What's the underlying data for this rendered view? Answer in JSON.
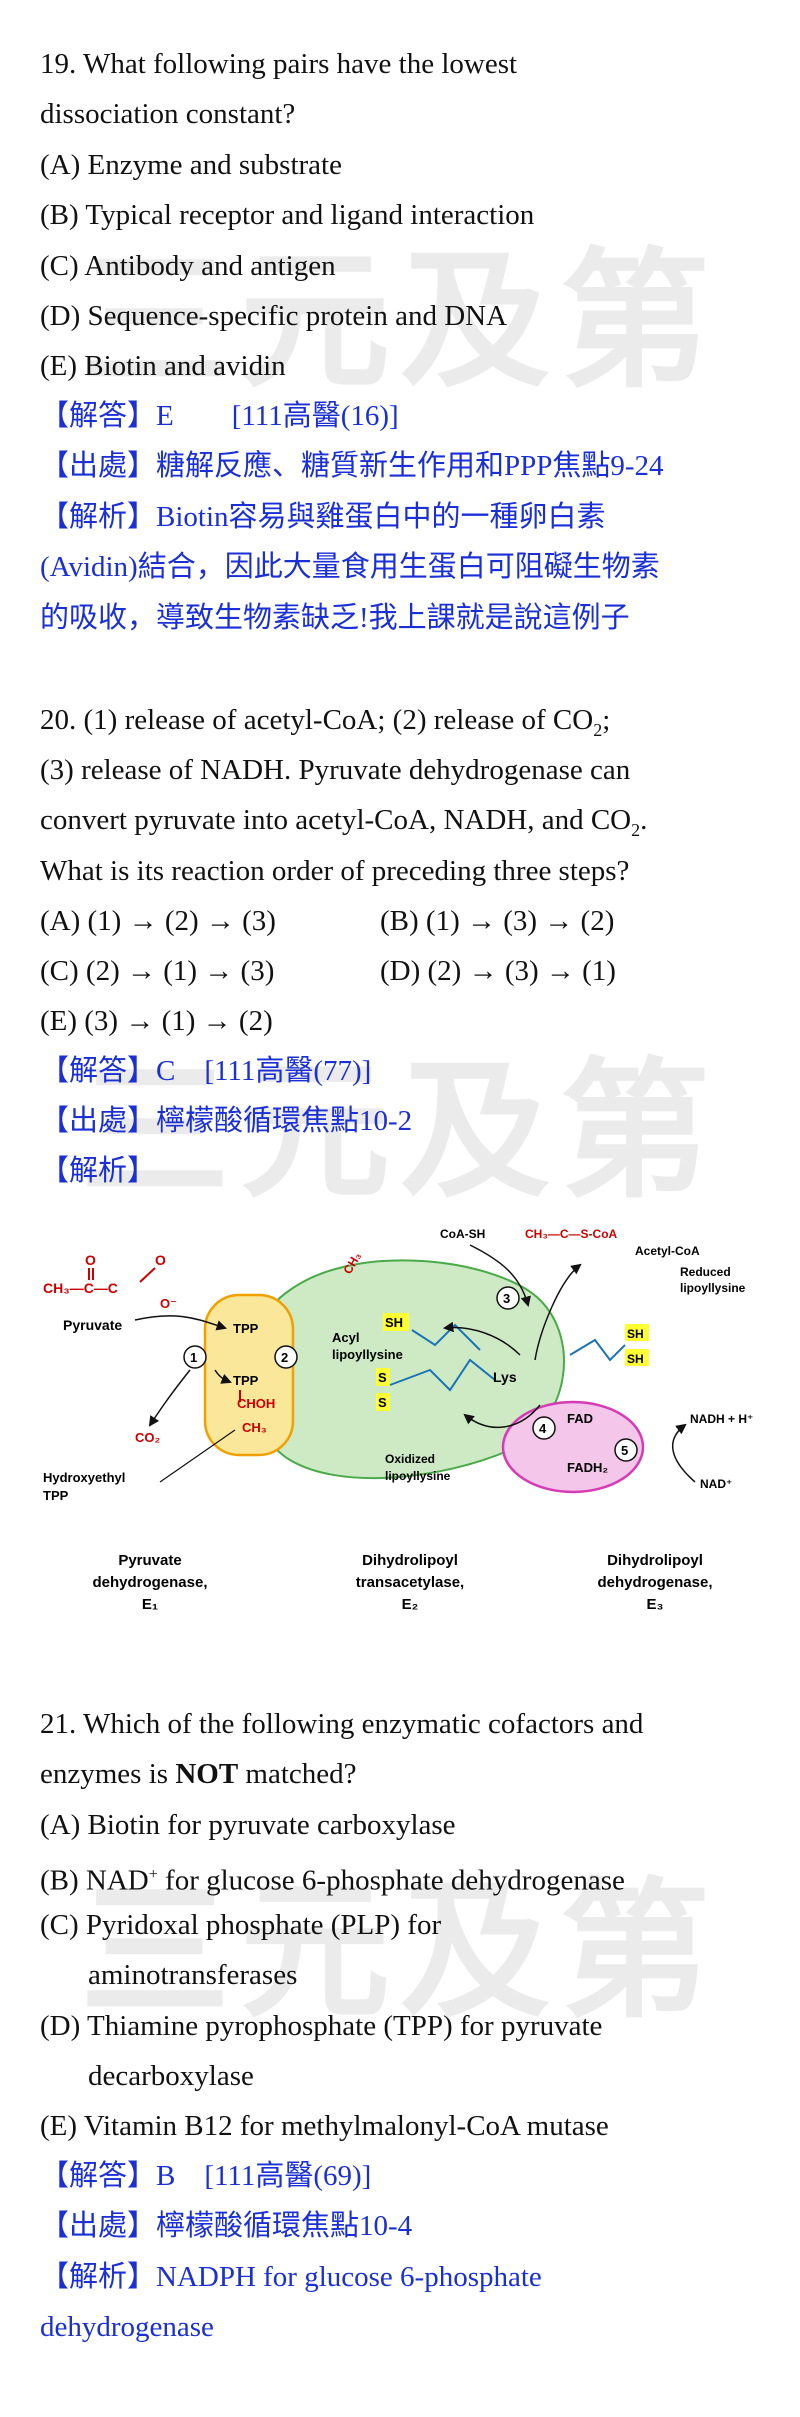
{
  "watermark": "三元及第",
  "q19": {
    "stem1": "19. What following pairs have the lowest",
    "stem2": "dissociation constant?",
    "a": "(A) Enzyme and substrate",
    "b": "(B) Typical receptor and ligand interaction",
    "c": "(C) Antibody and antigen",
    "d": "(D) Sequence-specific protein and DNA",
    "e": "(E) Biotin and avidin",
    "answer": "【解答】E　　[111高醫(16)]",
    "source": "【出處】糖解反應、糖質新生作用和PPP焦點9-24",
    "explain1": "【解析】Biotin容易與雞蛋白中的一種卵白素",
    "explain2": "(Avidin)結合，因此大量食用生蛋白可阻礙生物素",
    "explain3": "的吸收，導致生物素缺乏!我上課就是說這例子"
  },
  "q20": {
    "stem1a": "20. (1) release of acetyl-CoA; (2) release of CO",
    "stem1b": ";",
    "stem2": "(3) release of NADH. Pyruvate dehydrogenase can",
    "stem3a": "convert pyruvate into acetyl-CoA, NADH, and CO",
    "stem3b": ".",
    "stem4": "What is its reaction order of preceding three steps?",
    "a": "(A) (1) → (2) → (3)",
    "b": "(B) (1) → (3) → (2)",
    "c": "(C) (2) → (1) → (3)",
    "d": "(D) (2) → (3) → (1)",
    "e": "(E) (3) → (1) → (2)",
    "answer": "【解答】C　[111高醫(77)]",
    "source": "【出處】檸檬酸循環焦點10-2",
    "explain": "【解析】"
  },
  "figure": {
    "pyruvate": "Pyruvate",
    "ch3": "CH₃—C—C",
    "o": "O",
    "o_minus": "O⁻",
    "tpp": "TPP",
    "choh": "CHOH",
    "ch3b": "CH₃",
    "co2": "CO₂",
    "hydroxyethyl1": "Hydroxyethyl",
    "hydroxyethyl2": "TPP",
    "ch3c": "CH₃",
    "sh": "SH",
    "s": "S",
    "acyl1": "Acyl",
    "acyl2": "lipoyllysine",
    "lys": "Lys",
    "coash": "CoA-SH",
    "acetylcoa_struct": "CH₃—C—S-CoA",
    "acetylcoa": "Acetyl-CoA",
    "reduced1": "Reduced",
    "reduced2": "lipoyllysine",
    "oxidized1": "Oxidized",
    "oxidized2": "lipoyllysine",
    "fad": "FAD",
    "fadh2": "FADH₂",
    "nadh": "NADH + H⁺",
    "nad": "NAD⁺",
    "n1": "1",
    "n2": "2",
    "n3": "3",
    "n4": "4",
    "n5": "5",
    "e1_1": "Pyruvate",
    "e1_2": "dehydrogenase,",
    "e1_3": "E₁",
    "e2_1": "Dihydrolipoyl",
    "e2_2": "transacetylase,",
    "e2_3": "E₂",
    "e3_1": "Dihydrolipoyl",
    "e3_2": "dehydrogenase,",
    "e3_3": "E₃"
  },
  "q21": {
    "stem1": "21. Which of the following enzymatic cofactors and",
    "stem2a": "enzymes is ",
    "stem2b": "NOT",
    "stem2c": " matched?",
    "a": "(A) Biotin for pyruvate carboxylase",
    "b1": "(B) NAD",
    "b2": "+",
    "b3": " for glucose 6-phosphate dehydrogenase",
    "c1": "(C) Pyridoxal phosphate (PLP) for",
    "c2": "aminotransferases",
    "d1": "(D) Thiamine pyrophosphate (TPP) for pyruvate",
    "d2": "decarboxylase",
    "e": "(E) Vitamin B12 for methylmalonyl-CoA mutase",
    "answer": "【解答】B　[111高醫(69)]",
    "source": "【出處】檸檬酸循環焦點10-4",
    "explain1": "【解析】NADPH for glucose 6-phosphate",
    "explain2": "dehydrogenase"
  }
}
